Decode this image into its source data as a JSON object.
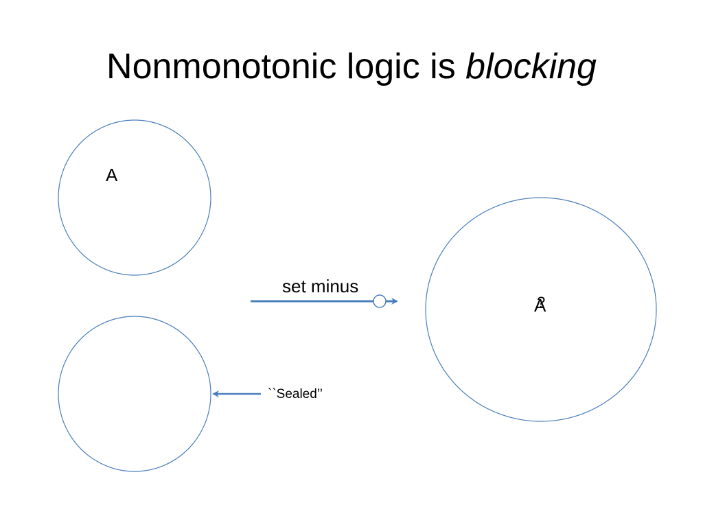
{
  "title": {
    "prefix": "Nonmonotonic logic is ",
    "emphasis": "blocking"
  },
  "diagram": {
    "circle_top_left_label": "A",
    "arrow_set_minus_label": "set minus",
    "arrow_sealed_label": "``Sealed’’",
    "circle_right_label": "A",
    "circle_right_overlay": "?"
  },
  "colors": {
    "circle_stroke": "#4a7ebb",
    "arrow": "#4a7ebb",
    "text": "#000000",
    "background": "#ffffff"
  }
}
